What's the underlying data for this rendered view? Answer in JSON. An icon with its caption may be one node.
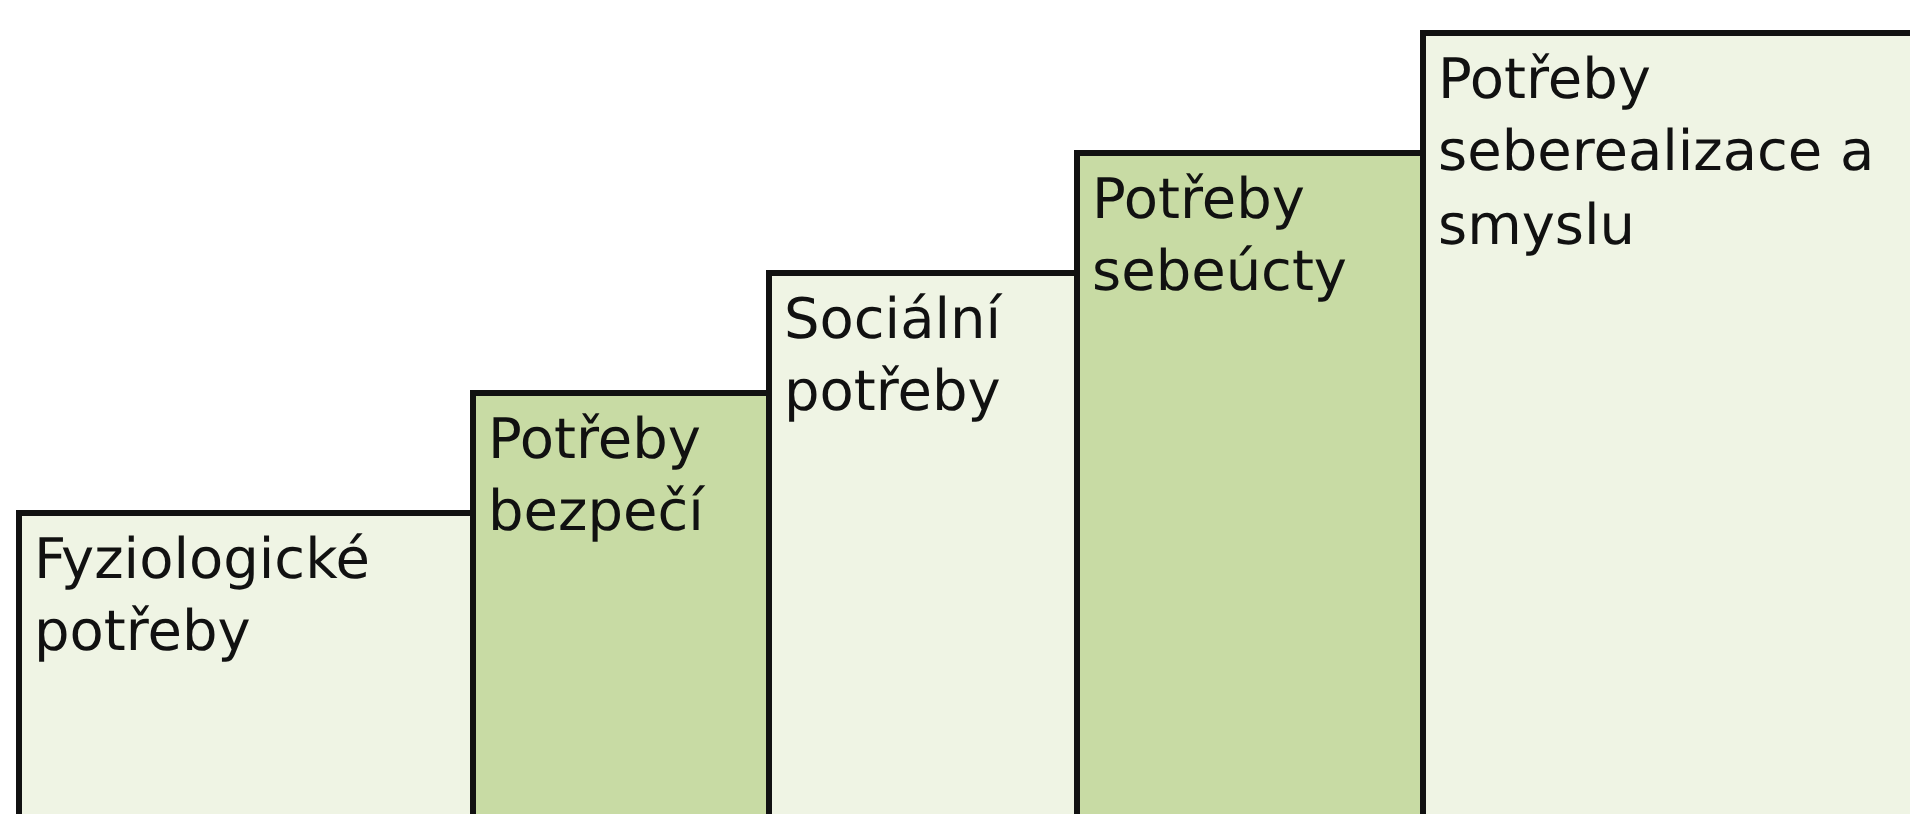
{
  "diagram": {
    "nodes": [
      {
        "text": [
          "Fyziologické potřeby"
        ]
      },
      {
        "text": [
          "Potřeby bezpečí"
        ]
      },
      {
        "text": [
          "Sociální potřeby"
        ]
      },
      {
        "text": [
          "Potřeby sebeúcty"
        ]
      },
      {
        "text": [
          "Potřeby seberealizace a smyslu"
        ]
      }
    ]
  }
}
